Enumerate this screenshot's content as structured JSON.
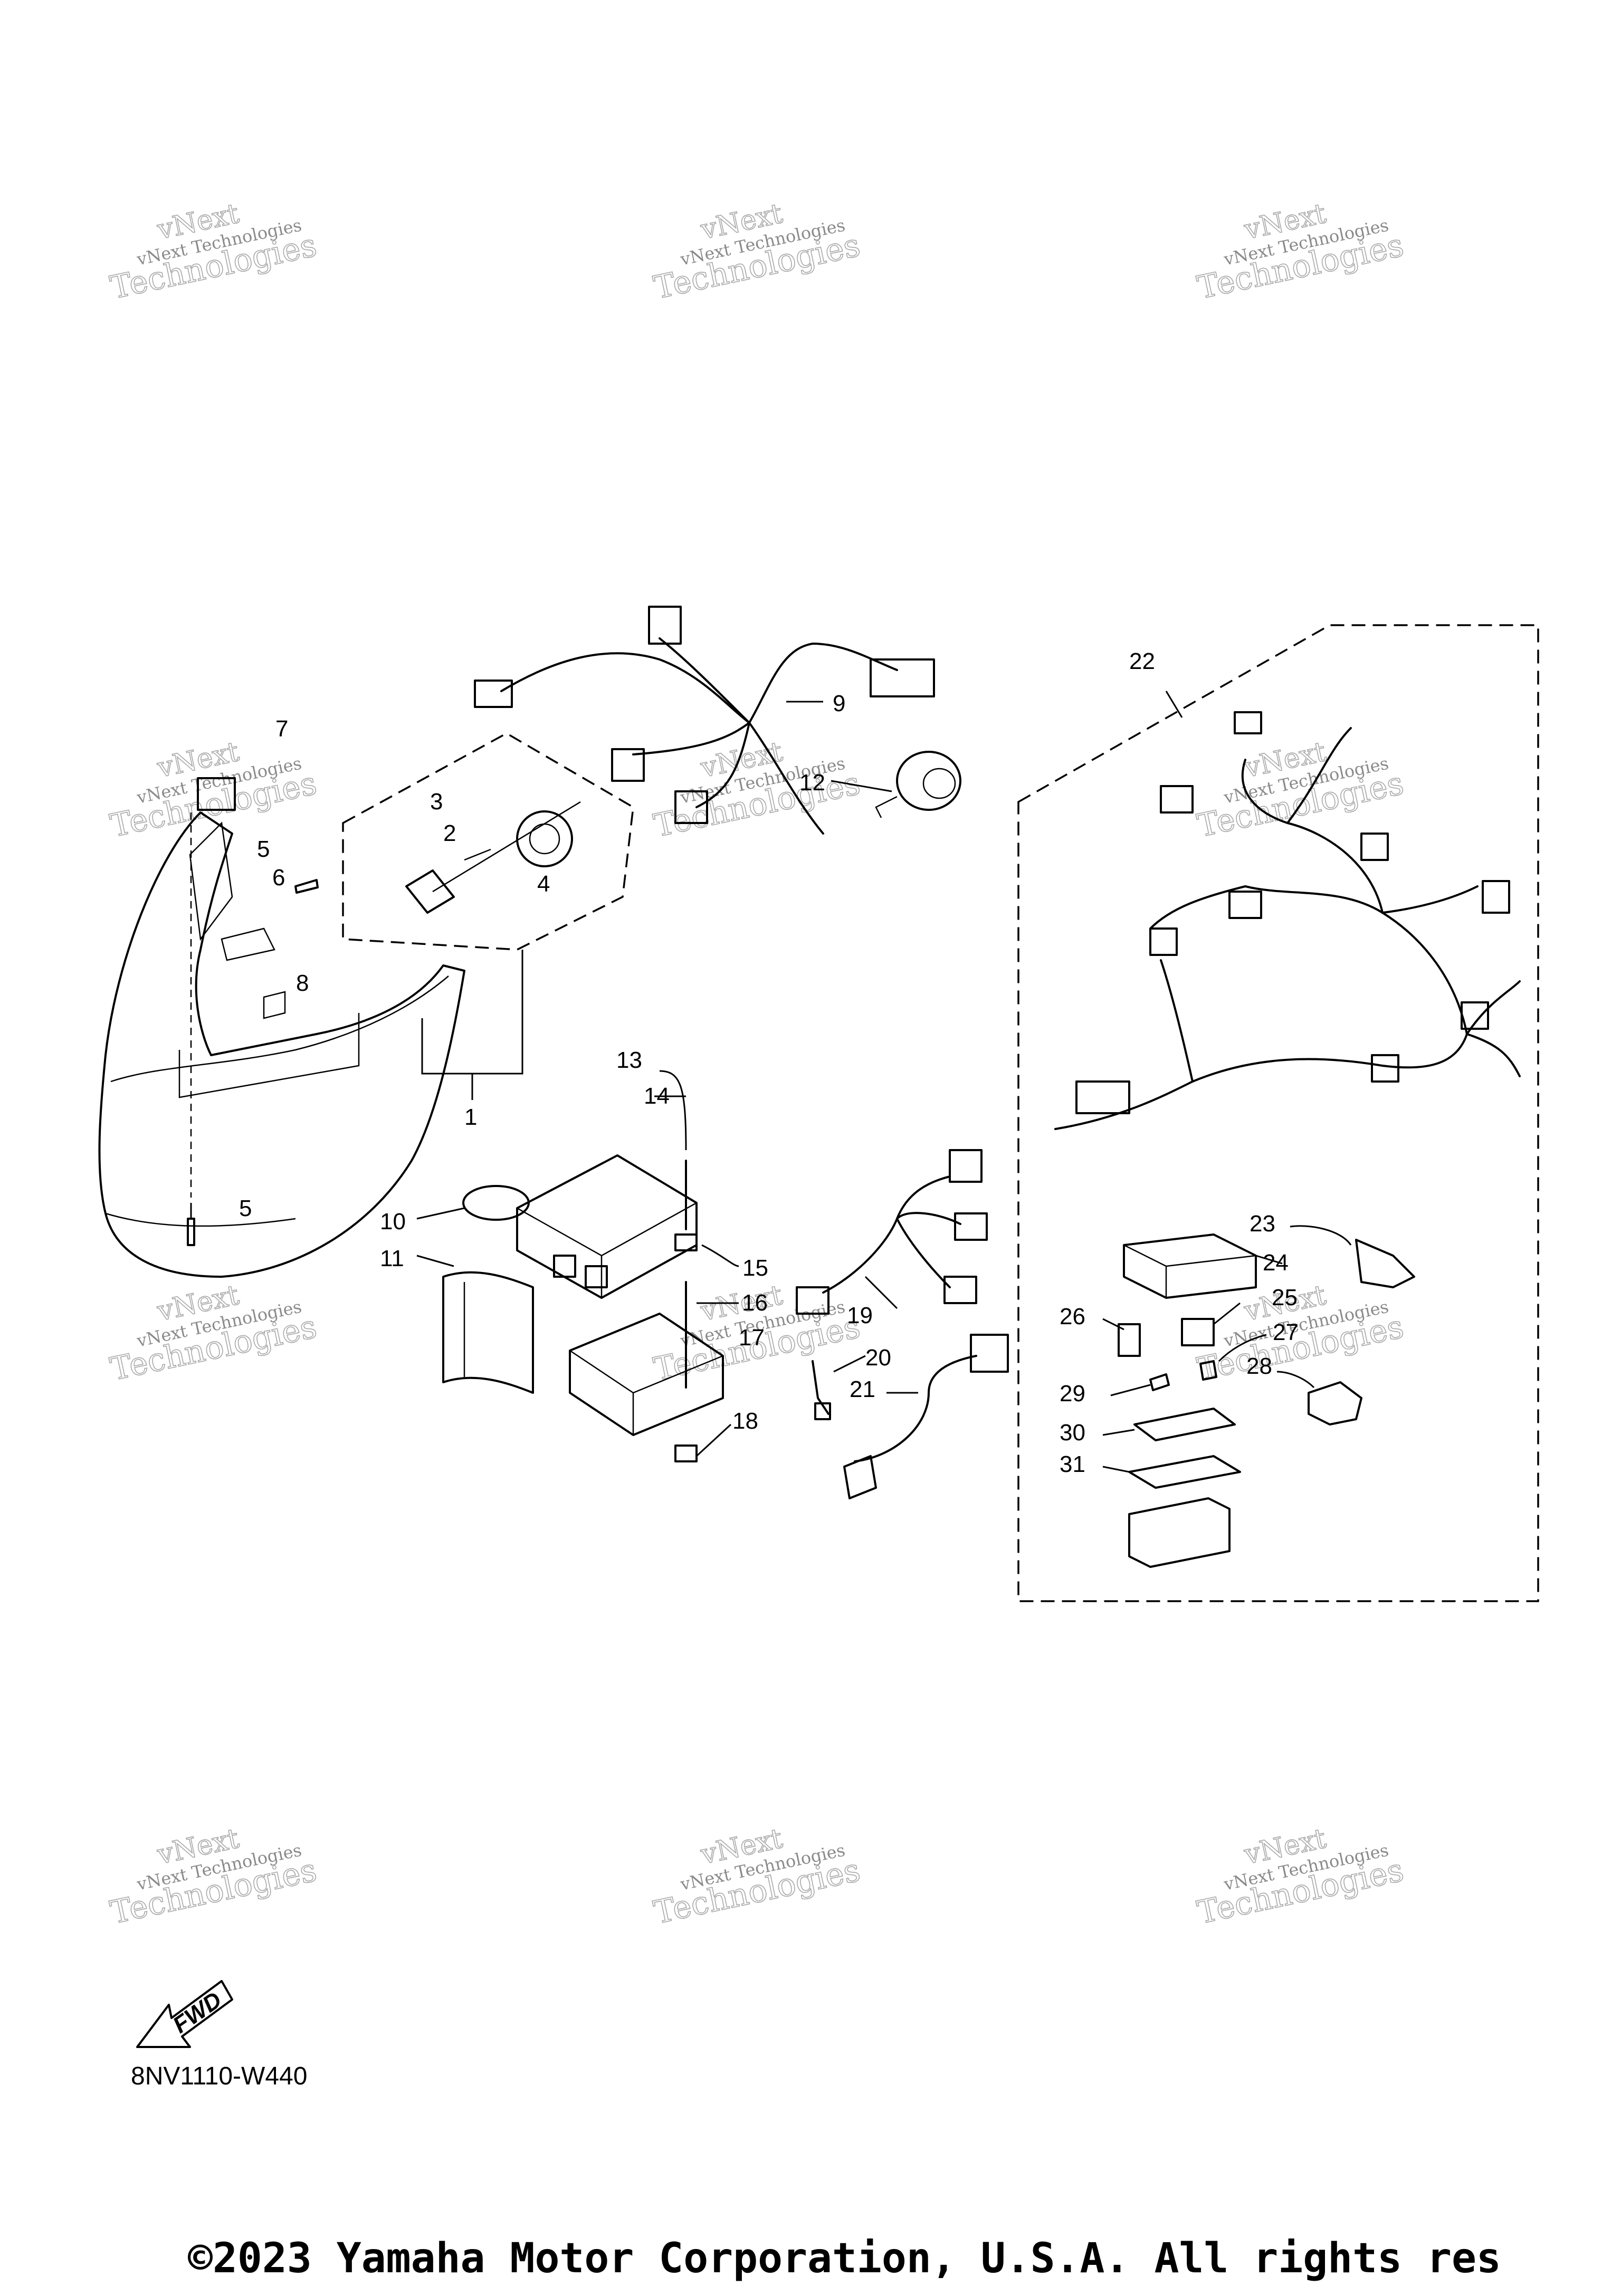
{
  "callouts": [
    "1",
    "2",
    "3",
    "4",
    "5",
    "5",
    "6",
    "7",
    "8",
    "9",
    "10",
    "11",
    "12",
    "13",
    "14",
    "15",
    "16",
    "17",
    "18",
    "19",
    "20",
    "21",
    "22",
    "23",
    "24",
    "25",
    "26",
    "27",
    "28",
    "29",
    "30",
    "31"
  ],
  "watermark": {
    "line1": "vNext Technologies",
    "line2": "vNext",
    "line3": "Technologies"
  },
  "fwd_label": "FWD",
  "diagram_code": "8NV1110-W440",
  "copyright": "©2023 Yamaha Motor Corporation, U.S.A. All rights res"
}
